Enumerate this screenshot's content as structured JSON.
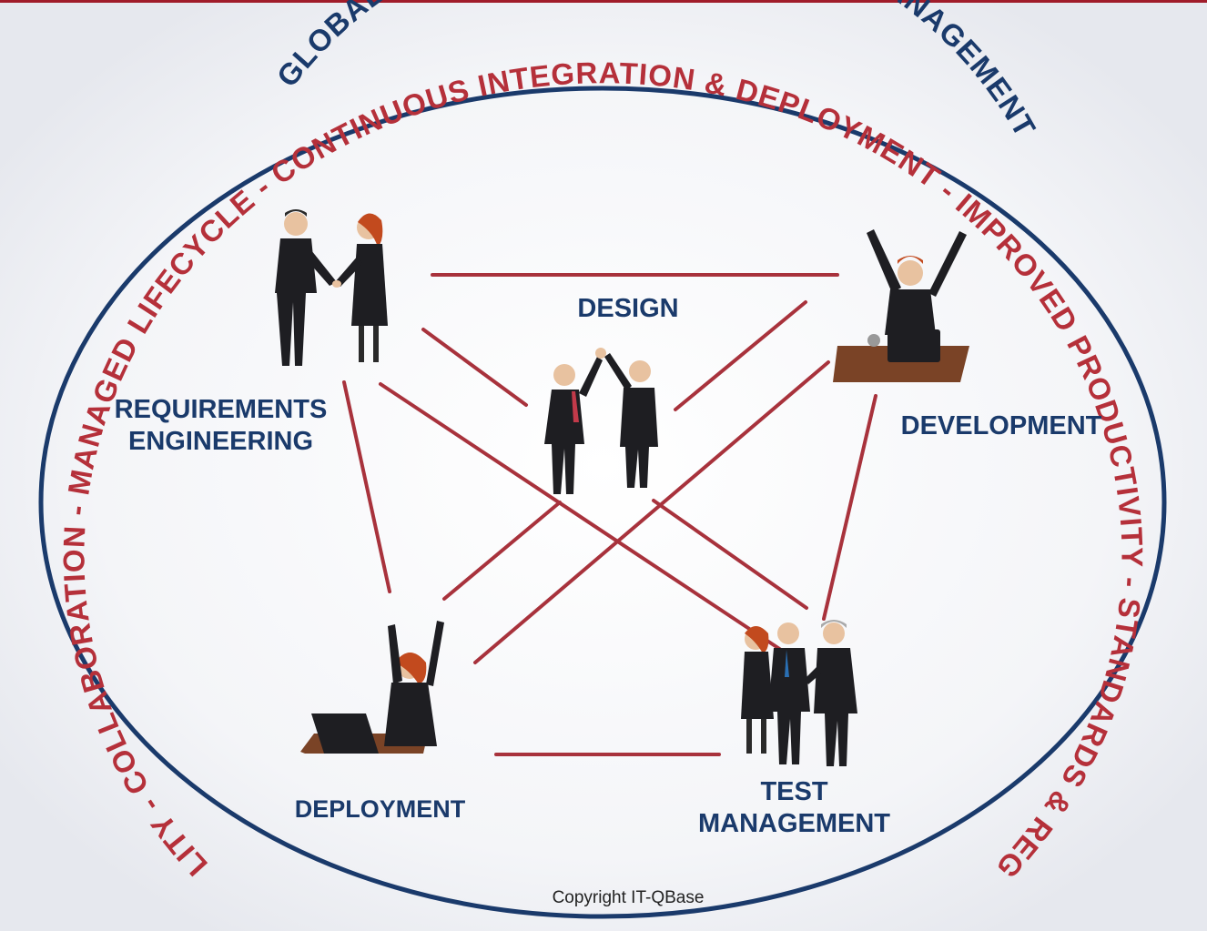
{
  "outer_ring_text": "TRACEABILITY - COLLABORATION - MANAGED LIFECYCLE - CONTINUOUS INTEGRATION & DEPLOYMENT - IMPROVED PRODUCTIVITY - STANDARDS & REGULATIONS",
  "inner_ring_text": "GLOBAL  CONFIGURATION  AND CHANGE  MANAGEMENT",
  "nodes": {
    "requirements": {
      "line1": "REQUIREMENTS",
      "line2": "ENGINEERING"
    },
    "design": {
      "label": "DESIGN"
    },
    "development": {
      "label": "DEVELOPMENT"
    },
    "deployment": {
      "label": "DEPLOYMENT"
    },
    "test": {
      "line1": "TEST",
      "line2": "MANAGEMENT"
    }
  },
  "copyright": "Copyright  IT-QBase",
  "colors": {
    "accent_red": "#b5303a",
    "navy": "#1a3a6b",
    "connector": "#a8323c"
  }
}
